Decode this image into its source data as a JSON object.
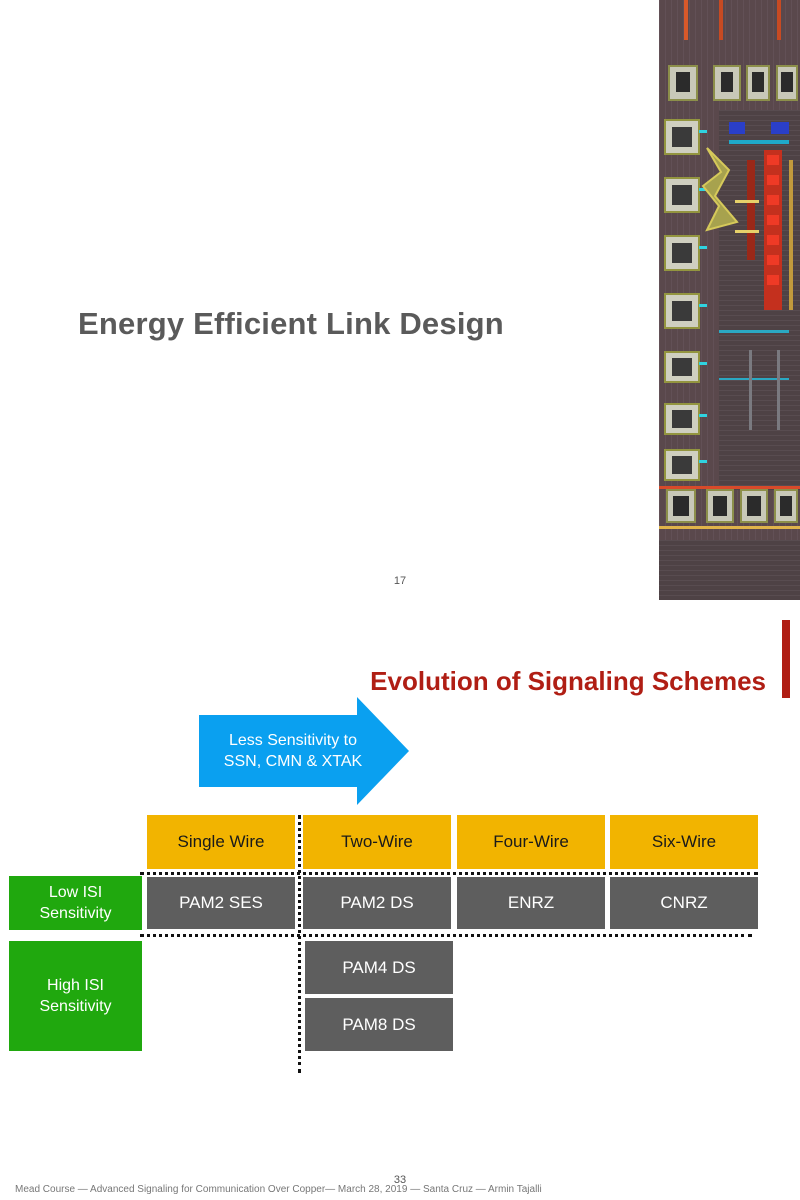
{
  "slide1": {
    "title": "Energy Efficient Link Design",
    "page_number": "17"
  },
  "slide2": {
    "title": "Evolution of Signaling Schemes",
    "arrow_text_line1": "Less Sensitivity to",
    "arrow_text_line2": "SSN, CMN & XTAK",
    "column_headers": [
      "Single Wire",
      "Two-Wire",
      "Four-Wire",
      "Six-Wire"
    ],
    "rows": [
      {
        "label_line1": "Low ISI",
        "label_line2": "Sensitivity",
        "cells": [
          "PAM2 SES",
          "PAM2 DS",
          "ENRZ",
          "CNRZ"
        ]
      },
      {
        "label_line1": "High ISI",
        "label_line2": "Sensitivity",
        "cells": [
          "PAM4 DS",
          "PAM8 DS"
        ]
      }
    ],
    "page_number": "33",
    "footer": "Mead Course — Advanced Signaling for Communication Over Copper— March 28, 2019 — Santa Cruz — Armin Tajalli"
  },
  "colors": {
    "title_gray": "#5a5a5a",
    "accent_red": "#b01e14",
    "arrow_blue": "#0aa0f0",
    "header_yellow": "#f2b400",
    "cell_gray": "#5e5e5e",
    "label_green": "#20a80e"
  }
}
